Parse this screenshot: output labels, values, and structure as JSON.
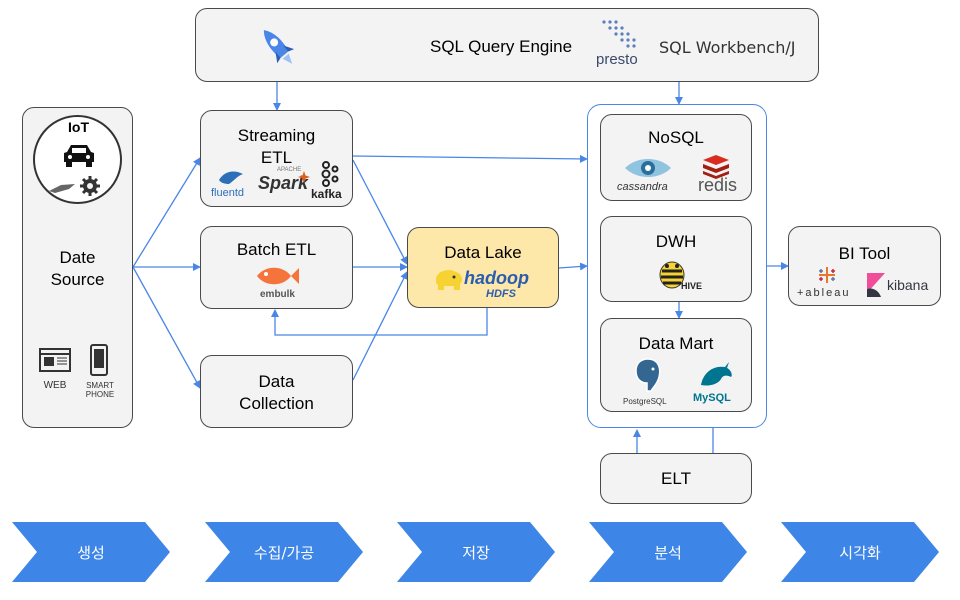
{
  "query": {
    "title": "SQL Query Engine",
    "presto": "presto",
    "workbench": "SQL Workbench/J"
  },
  "source": {
    "iot": "IoT",
    "title": "Date\nSource",
    "web": "WEB",
    "phone": "SMART\nPHONE"
  },
  "streaming": {
    "title": "Streaming\nETL",
    "fluentd": "fluentd",
    "spark": "Spark",
    "apache": "APACHE",
    "kafka": "kafka"
  },
  "batch": {
    "title": "Batch ETL",
    "embulk": "embulk"
  },
  "collection": {
    "title": "Data\nCollection"
  },
  "lake": {
    "title": "Data Lake",
    "hadoop": "hadoop",
    "hdfs": "HDFS"
  },
  "nosql": {
    "title": "NoSQL",
    "cassandra": "cassandra",
    "redis": "redis"
  },
  "dwh": {
    "title": "DWH",
    "hive": "HIVE"
  },
  "mart": {
    "title": "Data Mart",
    "postgres": "PostgreSQL",
    "mysql": "MySQL"
  },
  "elt": {
    "title": "ELT"
  },
  "bi": {
    "title": "BI Tool",
    "tableau": "+ableau",
    "kibana": "kibana"
  },
  "stages": [
    "생성",
    "수집/가공",
    "저장",
    "분석",
    "시각화"
  ],
  "colors": {
    "arrow": "#4a86e8",
    "stage": "#3d85e6",
    "box": "#f3f3f3",
    "lake": "#fde7a9"
  }
}
